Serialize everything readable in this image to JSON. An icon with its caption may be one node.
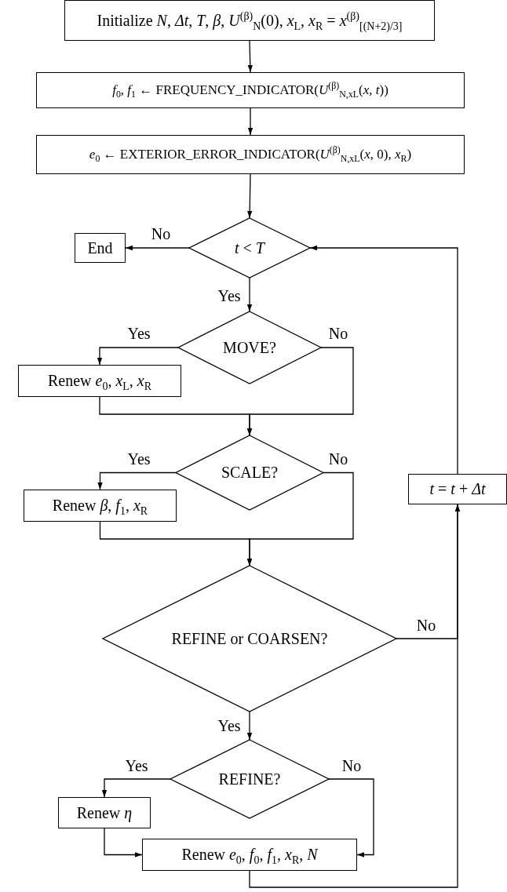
{
  "diagram": {
    "nodes": [
      {
        "text": [
          "Initialize *N*, *Δt*, *T*, *β*, *U*$^{(β)}$$_{N}$(0), *x*$_{L}$, *x*$_{R}$ = *x*$^{(β)}$$_{[(N+2)/3]}$"
        ]
      },
      {
        "text": [
          "*f*$_{0}$, *f*$_{1}$ ← FREQUENCY_INDICATOR(*U*$^{(β)}$$_{N,xL}$(*x*, *t*))"
        ]
      },
      {
        "text": [
          "*e*$_{0}$ ← EXTERIOR_ERROR_INDICATOR(*U*$^{(β)}$$_{N,xL}$(*x*, 0), *x*$_{R}$)"
        ]
      },
      {
        "text": [
          "*t* < *T*"
        ]
      },
      {
        "text": [
          "End"
        ]
      },
      {
        "text": [
          "MOVE?"
        ]
      },
      {
        "text": [
          "Renew *e*$_{0}$, *x*$_{L}$, *x*$_{R}$"
        ]
      },
      {
        "text": [
          "SCALE?"
        ]
      },
      {
        "text": [
          "Renew *β*, *f*$_{1}$, *x*$_{R}$"
        ]
      },
      {
        "text": [
          "*t* = *t* + *Δt*"
        ]
      },
      {
        "text": [
          "REFINE or COARSEN?"
        ]
      },
      {
        "text": [
          "REFINE?"
        ]
      },
      {
        "text": [
          "Renew *η*"
        ]
      },
      {
        "text": [
          "Renew *e*$_{0}$, *f*$_{0}$, *f*$_{1}$, *x*$_{R}$, *N*"
        ]
      }
    ],
    "edges": [
      {
        "from": 0,
        "to": 1,
        "arrow": "to"
      },
      {
        "from": 1,
        "to": 2,
        "arrow": "to"
      },
      {
        "from": 2,
        "to": 3,
        "arrow": "to"
      },
      {
        "from": 3,
        "to": 4,
        "arrow": "to",
        "label": "No"
      },
      {
        "from": 3,
        "to": 5,
        "arrow": "to",
        "label": "Yes"
      },
      {
        "from": 5,
        "to": 6,
        "arrow": "to",
        "label": "Yes"
      },
      {
        "from": 5,
        "to": 7,
        "arrow": "to",
        "label": "No"
      },
      {
        "from": 6,
        "to": 7,
        "arrow": "to"
      },
      {
        "from": 7,
        "to": 8,
        "arrow": "to",
        "label": "Yes"
      },
      {
        "from": 7,
        "to": 10,
        "arrow": "to",
        "label": "No"
      },
      {
        "from": 8,
        "to": 10,
        "arrow": "to"
      },
      {
        "from": 10,
        "to": 9,
        "arrow": "to",
        "label": "No"
      },
      {
        "from": 10,
        "to": 11,
        "arrow": "to",
        "label": "Yes"
      },
      {
        "from": 11,
        "to": 12,
        "arrow": "to",
        "label": "Yes"
      },
      {
        "from": 11,
        "to": 13,
        "arrow": "to",
        "label": "No"
      },
      {
        "from": 12,
        "to": 13,
        "arrow": "to"
      },
      {
        "from": 13,
        "to": 9,
        "arrow": "to"
      },
      {
        "from": 9,
        "to": 3,
        "arrow": "to"
      }
    ]
  }
}
